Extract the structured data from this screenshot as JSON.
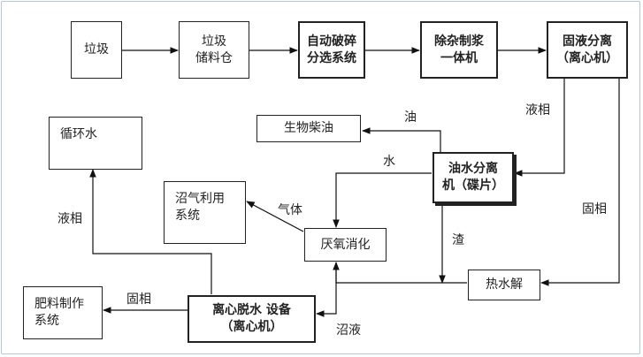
{
  "nodes": {
    "garbage": "垃圾",
    "storage": "垃圾\n储料仓",
    "crush_sort": "自动破碎\n分选系统",
    "pulp": "除杂制浆\n一体机",
    "solid_liquid": "固液分离\n（离心机）",
    "oil_water": "油水分离\n机（碟片）",
    "biodiesel": "生物柴油",
    "circulating_water": "循环水",
    "biogas_use": "沼气利用\n系统",
    "anaerobic": "厌氧消化",
    "hydrolysis": "热水解",
    "fertilizer": "肥料制作\n系统",
    "dewater": "离心脱水  设备\n（离心机）"
  },
  "edge_labels": {
    "liquid_phase_1": "液相",
    "oil": "油",
    "water": "水",
    "solid_phase_1": "固相",
    "residue": "渣",
    "gas": "气体",
    "liquid_phase_2": "液相",
    "solid_phase_2": "固相",
    "biogas_slurry": "沼液"
  }
}
